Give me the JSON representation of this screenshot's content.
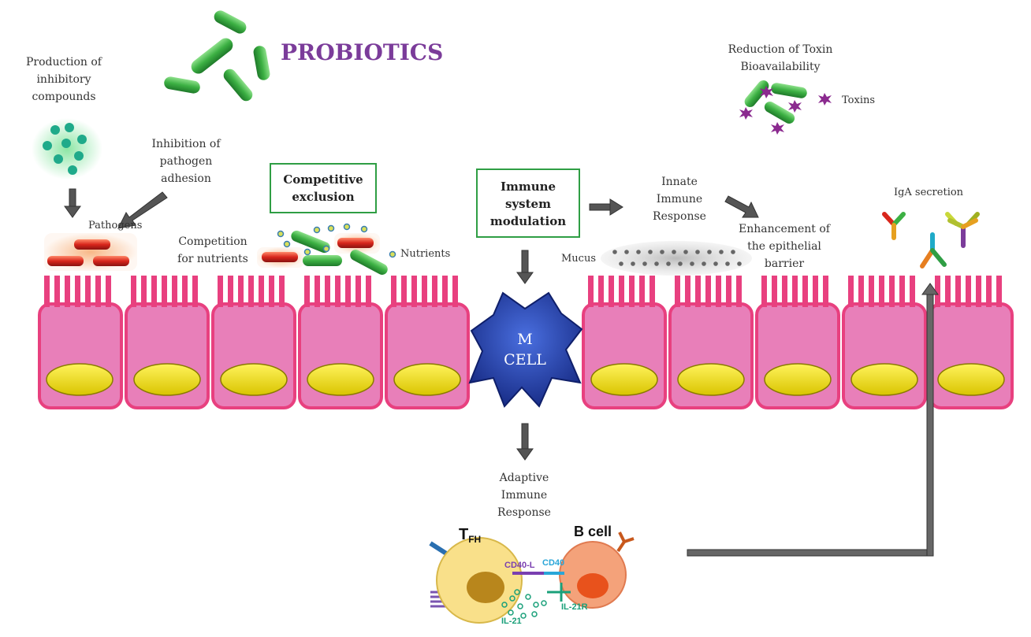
{
  "title": "PROBIOTICS",
  "labels": {
    "inhibitory": "Production of\ninhibitory\ncompounds",
    "adhesion": "Inhibition of\npathogen\nadhesion",
    "pathogens": "Pathogens",
    "competition": "Competition\nfor nutrients",
    "nutrients": "Nutrients",
    "toxin_reduction": "Reduction of Toxin\nBioavailability",
    "toxins": "Toxins",
    "innate": "Innate\nImmune\nResponse",
    "enhancement": "Enhancement of\nthe epithelial\nbarrier",
    "mucus": "Mucus",
    "iga": "IgA secretion",
    "adaptive": "Adaptive\nImmune\nResponse",
    "m_cell": "M\nCELL",
    "tfh": "T",
    "tfh_sub": "FH",
    "b_cell": "B cell",
    "cd40l": "CD40-L",
    "cd40": "CD40",
    "il21": "IL-21",
    "il21r": "IL-21R"
  },
  "boxes": {
    "competitive": "Competitive\nexclusion",
    "immune": "Immune\nsystem\nmodulation"
  },
  "colors": {
    "title": "#7b3c9a",
    "box_border": "#2f9e44",
    "cell_fill": "#e87fb9",
    "cell_border": "#e8407f",
    "nucleus": "#f2e600",
    "probiotic": "#3cb043",
    "pathogen": "#d8261c",
    "m_cell": "#2140a8",
    "toxin": "#8b2a8f",
    "arrow": "#444444"
  }
}
